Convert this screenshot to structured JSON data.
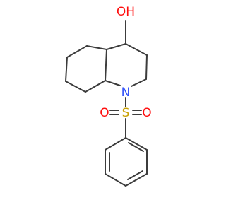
{
  "atoms": {
    "hydroxyl": {
      "label": "OH",
      "color": "#ff0d0d"
    },
    "nitrogen": {
      "label": "N",
      "color": "#3050f8"
    },
    "sulfur": {
      "label": "S",
      "color": "#c8a000"
    },
    "sulfonyl_oxygen_left": {
      "label": "O",
      "color": "#ff0d0d"
    },
    "sulfonyl_oxygen_right": {
      "label": "O",
      "color": "#ff0d0d"
    }
  },
  "bond_color": "#3c3c3c"
}
